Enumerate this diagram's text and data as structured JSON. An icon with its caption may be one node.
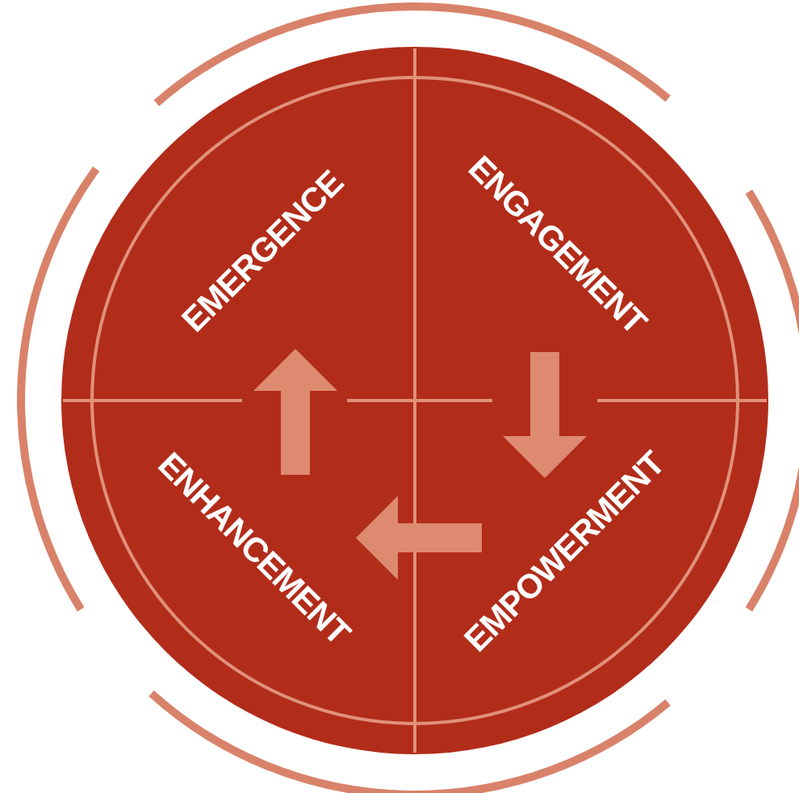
{
  "diagram": {
    "nodes": [
      {
        "text": [
          "EMERGENCE"
        ]
      },
      {
        "text": [
          "ENGAGEMENT"
        ]
      },
      {
        "text": [
          "EMPOWERMENT"
        ]
      },
      {
        "text": [
          "ENHANCEMENT"
        ]
      }
    ],
    "edges": [
      {
        "from": 3,
        "to": 0,
        "arrow": "to"
      },
      {
        "from": 1,
        "to": 2,
        "arrow": "to"
      },
      {
        "from": 2,
        "to": 3,
        "arrow": "to"
      }
    ]
  }
}
